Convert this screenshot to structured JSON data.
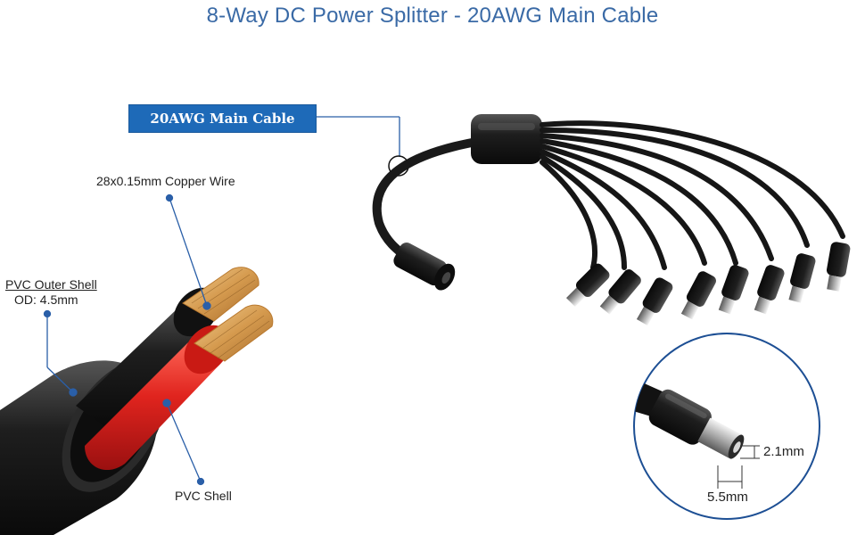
{
  "title": "8-Way DC Power Splitter - 20AWG Main Cable",
  "badge": {
    "label": "20AWG Main Cable"
  },
  "labels": {
    "copper_wire": "28x0.15mm Copper Wire",
    "outer_shell": "PVC Outer Shell",
    "outer_od": "OD: 4.5mm",
    "pvc_shell": "PVC Shell",
    "inner_diameter": "2.1mm",
    "outer_diameter": "5.5mm"
  },
  "icons": [
    "cable-cross-section-icon",
    "dc-splitter-cable-icon",
    "dc-plug-closeup-icon"
  ],
  "colors": {
    "title": "#3a6aa6",
    "badge_bg": "#1e6ab8",
    "callout_line": "#2a5fa8",
    "cable_black": "#1b1b1b",
    "inner_red": "#e0241e",
    "copper": "#d59a4e",
    "circle_border": "#1d4f94"
  }
}
